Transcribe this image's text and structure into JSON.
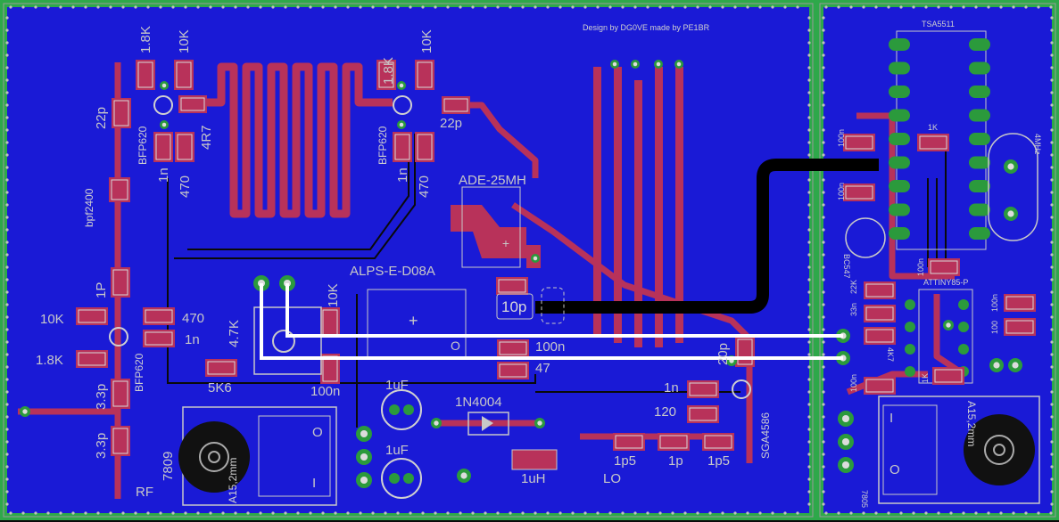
{
  "credit": "Design by DG0VE made by PE1BR",
  "colors": {
    "board": "#1a1ad6",
    "border": "#2ea84a",
    "copper": "#b8325a",
    "silk": "#c8c8c8",
    "pad": "#2b9a3c",
    "jumper": "#ffffff",
    "black_wire": "#000000"
  },
  "labels": {
    "r18k_top": "1.8K",
    "r10k_top": "10K",
    "c22p_left": "22p",
    "bfp620_a": "BFP620",
    "c1n_a": "1n",
    "r470_a": "470",
    "r4r7": "4R7",
    "r18k_top2": "1.8K",
    "r10k_top2": "10K",
    "c22p_right": "22p",
    "bfp620_b": "BFP620",
    "c1n_b": "1n",
    "r470_b": "470",
    "bpf": "bpf2400",
    "ade": "ADE-25MH",
    "alps": "ALPS-E-D08A",
    "c1p": "1P",
    "r10k_mid": "10K",
    "r470_mid": "470",
    "c1n_mid": "1n",
    "r18k_mid": "1.8K",
    "bfp620_c": "BFP620",
    "r47k": "4.7K",
    "r10k_pot": "10K",
    "r5k6": "5K6",
    "c100n_a": "100n",
    "c10p": "10p",
    "c100n_b": "100n",
    "r47": "47",
    "c20p": "20p",
    "c1uf_a": "1uF",
    "d1n4004": "1N4004",
    "c1n_c": "1n",
    "r120": "120",
    "sga": "SGA4586",
    "c33p_a": "3.3p",
    "c33p_b": "3.3p",
    "reg7809": "7809",
    "a15": "A15,2mm",
    "rf": "RF",
    "c1uf_b": "1uF",
    "l1uh": "1uH",
    "lo": "LO",
    "c1p5_a": "1p5",
    "c1p_b": "1p",
    "c1p5_b": "1p5",
    "tsa": "TSA5511",
    "r1k_r": "1K",
    "c100n_r1": "100n",
    "c100n_r2": "100n",
    "xtal": "4MHz",
    "bc547": "BC547",
    "c100n_r3": "100n",
    "attiny": "ATTINY85-P",
    "r22k": "22K",
    "c33n": "33n",
    "r100_a": "100",
    "c100n_r4": "100n",
    "r4k7_r": "4K7",
    "c100n_r5": "100n",
    "r1k_r2": "1K",
    "a15_r": "A15,2mm",
    "reg7805": "7805",
    "io_i": "I",
    "io_o": "O",
    "io_o2": "O",
    "io_i2": "I",
    "io_o3": "O"
  }
}
